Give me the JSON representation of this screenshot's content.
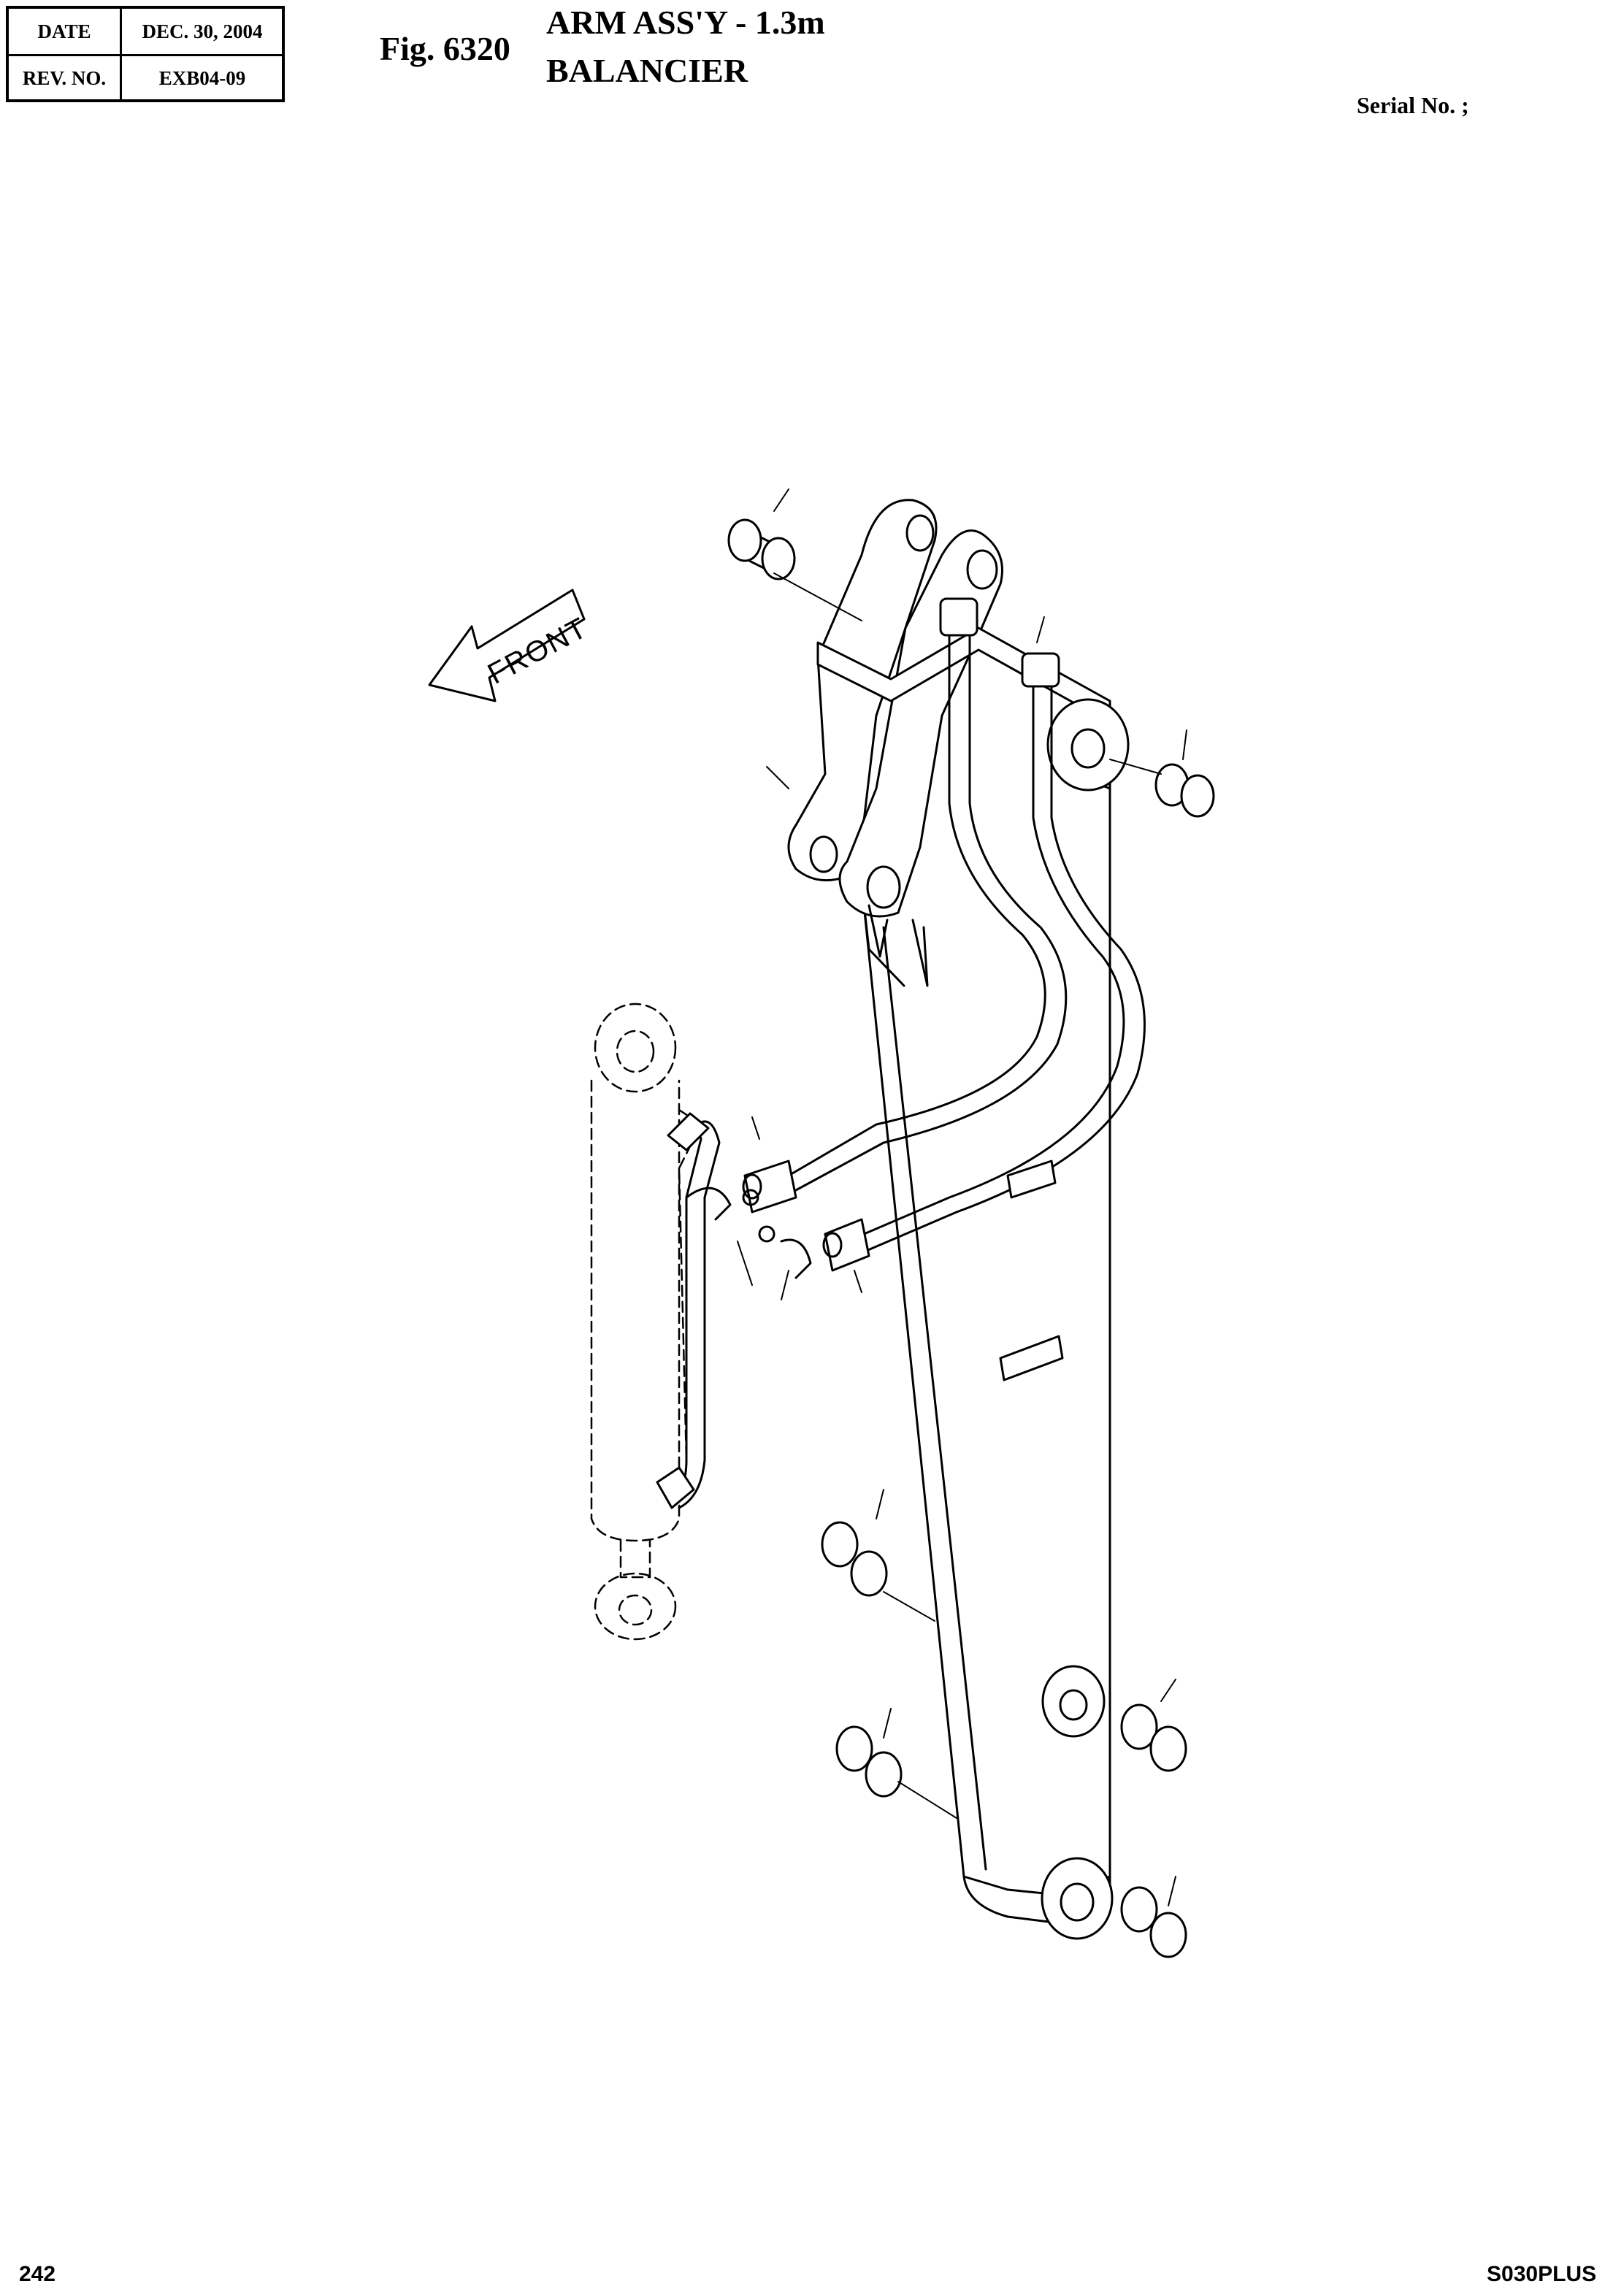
{
  "header": {
    "date_label": "DATE",
    "date_value": "DEC. 30, 2004",
    "rev_label": "REV. NO.",
    "rev_value": "EXB04-09",
    "fig_number": "Fig. 6320",
    "title_en": "ARM ASS'Y - 1.3m",
    "title_fr": "BALANCIER",
    "serial_label": "Serial No. ;"
  },
  "diagram": {
    "direction_label": "FRONT"
  },
  "footer": {
    "page_number": "242",
    "model": "S030PLUS"
  }
}
